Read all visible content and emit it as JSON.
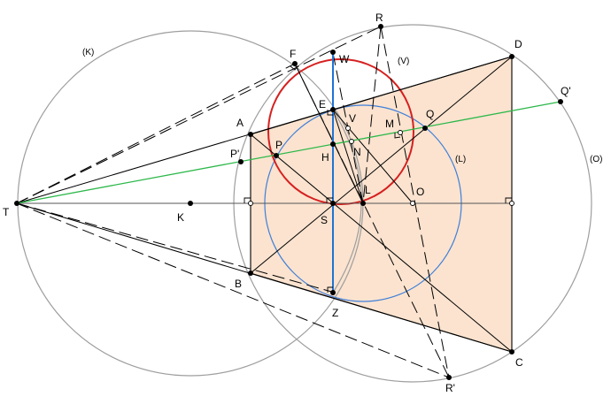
{
  "colors": {
    "background": "#ffffff",
    "circle_gray": "#9e9e9e",
    "circle_red": "#d62020",
    "circle_blue": "#3f7fd9",
    "line_blue": "#1f73d6",
    "line_green": "#2db84a",
    "quad_fill": "#fbe3cf",
    "line_black": "#000000"
  },
  "labels": {
    "T": "T",
    "K": "K",
    "A": "A",
    "B": "B",
    "C": "C",
    "D": "D",
    "F": "F",
    "W": "W",
    "R": "R",
    "R_prime": "R'",
    "E": "E",
    "V": "V",
    "P": "P",
    "P_prime": "P'",
    "H": "H",
    "N": "N",
    "M": "M",
    "Q": "Q",
    "Q_prime": "Q'",
    "L": "L",
    "O": "O",
    "S": "S",
    "Z": "Z",
    "circle_K": "(K)",
    "circle_V": "(V)",
    "circle_L": "(L)",
    "circle_O": "(O)"
  }
}
